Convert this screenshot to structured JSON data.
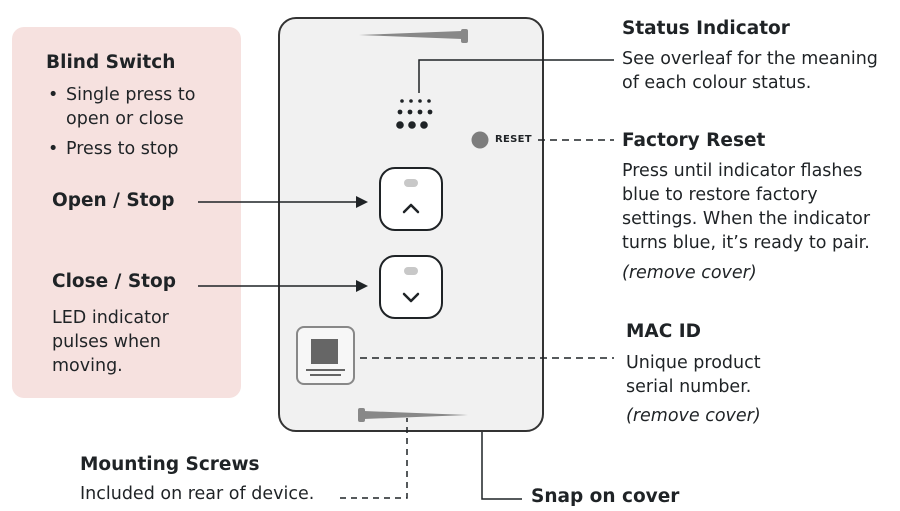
{
  "blind_switch": {
    "title": "Blind Switch",
    "bullets": [
      "Single press to open or close",
      "Press to stop"
    ]
  },
  "open_stop": {
    "title": "Open / Stop"
  },
  "close_stop": {
    "title": "Close / Stop",
    "desc": [
      "LED indicator",
      "pulses when",
      "moving."
    ]
  },
  "status_indicator": {
    "title": "Status Indicator",
    "desc": [
      "See overleaf for the meaning",
      "of each colour status."
    ]
  },
  "factory_reset": {
    "button_label": "RESET",
    "title": "Factory Reset",
    "desc": [
      "Press until indicator flashes",
      "blue to restore factory",
      "settings. When the indicator",
      "turns blue, it’s ready to pair."
    ],
    "note": "(remove cover)"
  },
  "mac_id": {
    "title": "MAC ID",
    "desc": [
      "Unique product",
      "serial number."
    ],
    "note": "(remove cover)"
  },
  "mounting_screws": {
    "title": "Mounting Screws",
    "desc": "Included on rear of device."
  },
  "snap_cover": {
    "title": "Snap on cover"
  },
  "colors": {
    "panel_bg": "#f6e1df",
    "device_bg": "#f1f1f1",
    "ink": "#1f2326"
  },
  "icons": [
    "chevron-up-icon",
    "chevron-down-icon",
    "screw-icon",
    "status-led-dots-icon",
    "reset-button-icon",
    "mac-label-icon"
  ]
}
